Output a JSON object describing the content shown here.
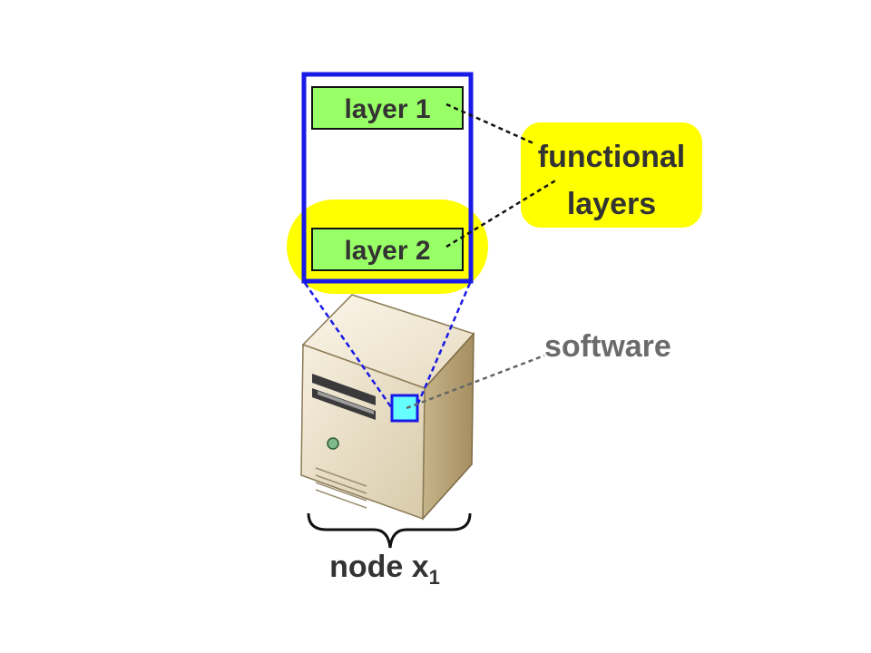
{
  "diagram": {
    "layers": [
      {
        "label": "layer 1"
      },
      {
        "label": "layer 2"
      }
    ],
    "callout": {
      "line1": "functional",
      "line2": "layers"
    },
    "software_label": "software",
    "node_label": {
      "text": "node x",
      "subscript": "1"
    }
  },
  "colors": {
    "layer_fill": "#99ff66",
    "highlight_yellow": "#ffff00",
    "stack_border": "#1a1ae6",
    "software_box": "#66ffff",
    "software_label": "#6b6b6b",
    "server_body": "#d8cbaa"
  },
  "icons": [
    "server-tower-icon"
  ]
}
